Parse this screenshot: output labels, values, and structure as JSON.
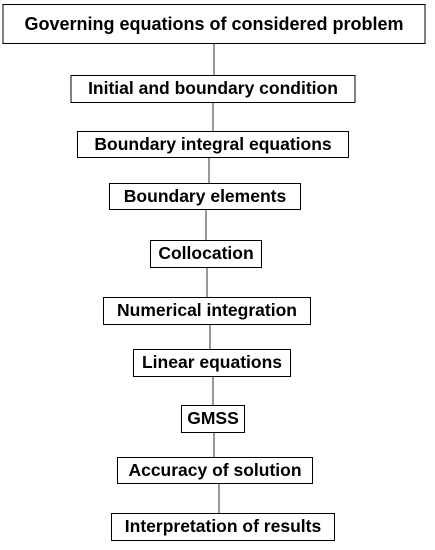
{
  "flowchart": {
    "steps": [
      "Governing equations of considered problem",
      "Initial and boundary condition",
      "Boundary integral equations",
      "Boundary elements",
      "Collocation",
      "Numerical integration",
      "Linear equations",
      "GMSS",
      "Accuracy of solution",
      "Interpretation of results"
    ]
  }
}
